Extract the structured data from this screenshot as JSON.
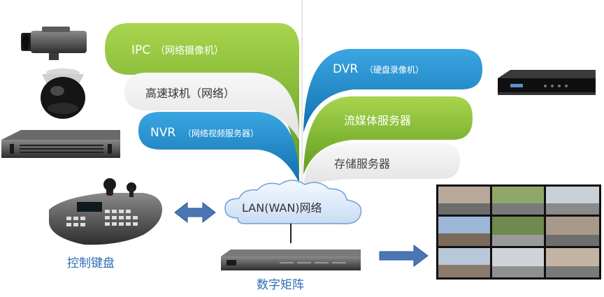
{
  "pills": {
    "ipc": {
      "main": "IPC",
      "sub": "（网络摄像机）"
    },
    "speed_dome": {
      "main": "高速球机（网络）"
    },
    "nvr": {
      "main": "NVR",
      "sub": "（网络视频服务器）"
    },
    "dvr": {
      "main": "DVR",
      "sub": "（硬盘录像机）"
    },
    "stream_server": {
      "main": "流媒体服务器"
    },
    "storage_server": {
      "main": "存储服务器"
    }
  },
  "network": {
    "label": "LAN(WAN)网络"
  },
  "bottom_labels": {
    "keyboard": "控制键盘",
    "matrix": "数字矩阵"
  },
  "colors": {
    "green": "#7ab630",
    "blue": "#1b87c9",
    "grey_pill": "#eeeeee",
    "label_blue": "#2d6db5",
    "arrow_blue": "#4a76b5"
  },
  "icons": [
    "box-camera-icon",
    "dome-camera-icon",
    "nvr-rack-icon",
    "dvr-recorder-icon",
    "control-keyboard-icon",
    "digital-matrix-icon",
    "video-wall-icon",
    "cloud-icon",
    "double-arrow-icon",
    "right-arrow-icon"
  ]
}
